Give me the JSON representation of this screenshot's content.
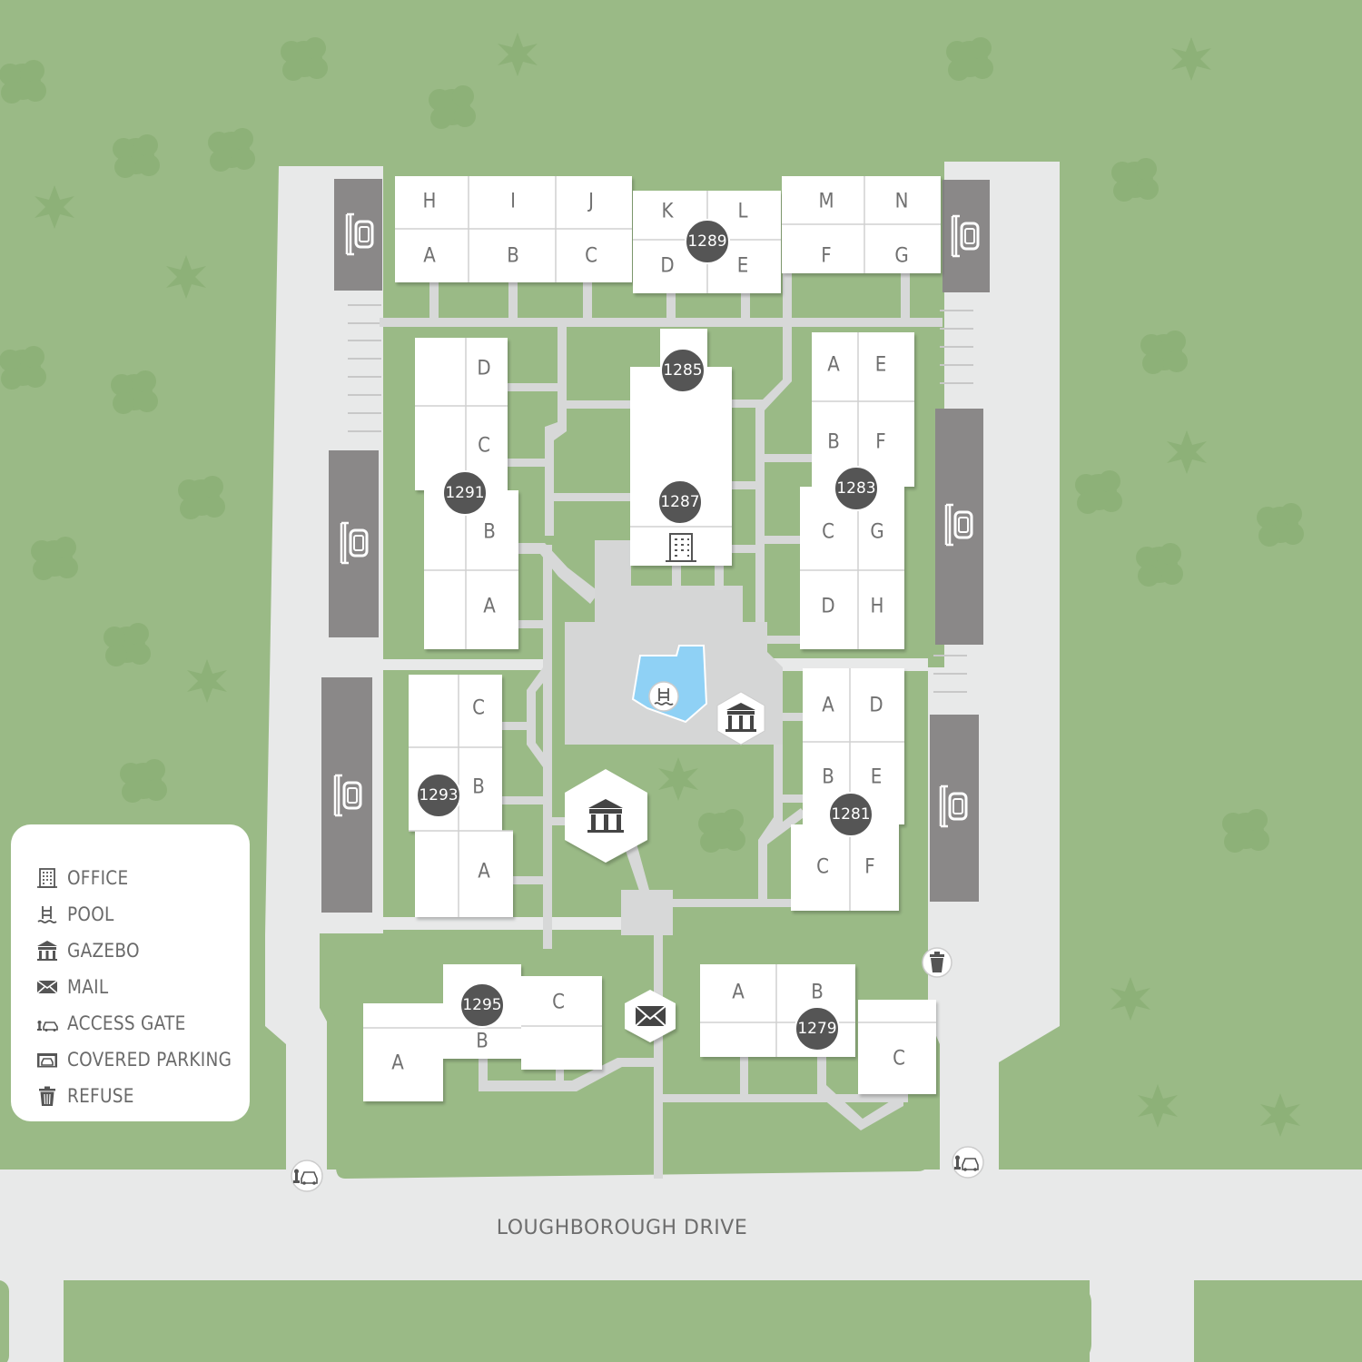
{
  "street": {
    "name": "LOUGHBOROUGH DRIVE"
  },
  "colors": {
    "grass": "#9aba86",
    "road": "#e8e9e9",
    "building": "#ffffff",
    "parking": "#8a8888",
    "path": "#d7d8d8",
    "pool": "#8fd1f5",
    "badge": "#555555"
  },
  "buildings": [
    {
      "id": "1289",
      "units": [
        "H",
        "I",
        "J",
        "K",
        "L",
        "M",
        "N",
        "A",
        "B",
        "C",
        "D",
        "E",
        "F",
        "G"
      ]
    },
    {
      "id": "1285",
      "units": []
    },
    {
      "id": "1287",
      "units": []
    },
    {
      "id": "1291",
      "units": [
        "D",
        "C",
        "B",
        "A"
      ]
    },
    {
      "id": "1283",
      "units": [
        "A",
        "E",
        "B",
        "F",
        "C",
        "G",
        "D",
        "H"
      ]
    },
    {
      "id": "1293",
      "units": [
        "C",
        "B",
        "A"
      ]
    },
    {
      "id": "1281",
      "units": [
        "A",
        "D",
        "B",
        "E",
        "C",
        "F"
      ]
    },
    {
      "id": "1295",
      "units": [
        "A",
        "B",
        "C"
      ]
    },
    {
      "id": "1279",
      "units": [
        "A",
        "B",
        "C"
      ]
    }
  ],
  "legend": {
    "items": [
      {
        "icon": "office-icon",
        "label": "OFFICE"
      },
      {
        "icon": "pool-icon",
        "label": "POOL"
      },
      {
        "icon": "gazebo-icon",
        "label": "GAZEBO"
      },
      {
        "icon": "mail-icon",
        "label": "MAIL"
      },
      {
        "icon": "access-gate-icon",
        "label": "ACCESS GATE"
      },
      {
        "icon": "covered-parking-icon",
        "label": "COVERED PARKING"
      },
      {
        "icon": "refuse-icon",
        "label": "REFUSE"
      }
    ]
  }
}
